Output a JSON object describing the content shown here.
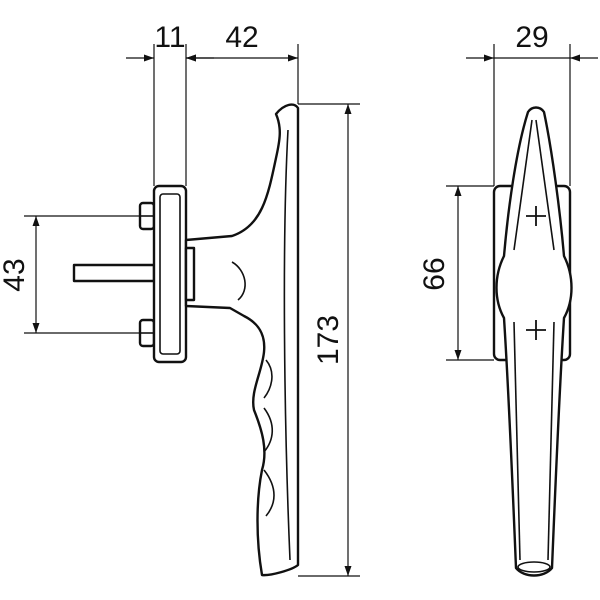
{
  "drawing": {
    "dimensions": {
      "plate_thickness": "11",
      "offset": "42",
      "spindle_spacing": "43",
      "total_length": "173",
      "front_width": "29",
      "front_plate_height": "66"
    }
  },
  "colors": {
    "line": "#111111",
    "background": "#ffffff"
  }
}
